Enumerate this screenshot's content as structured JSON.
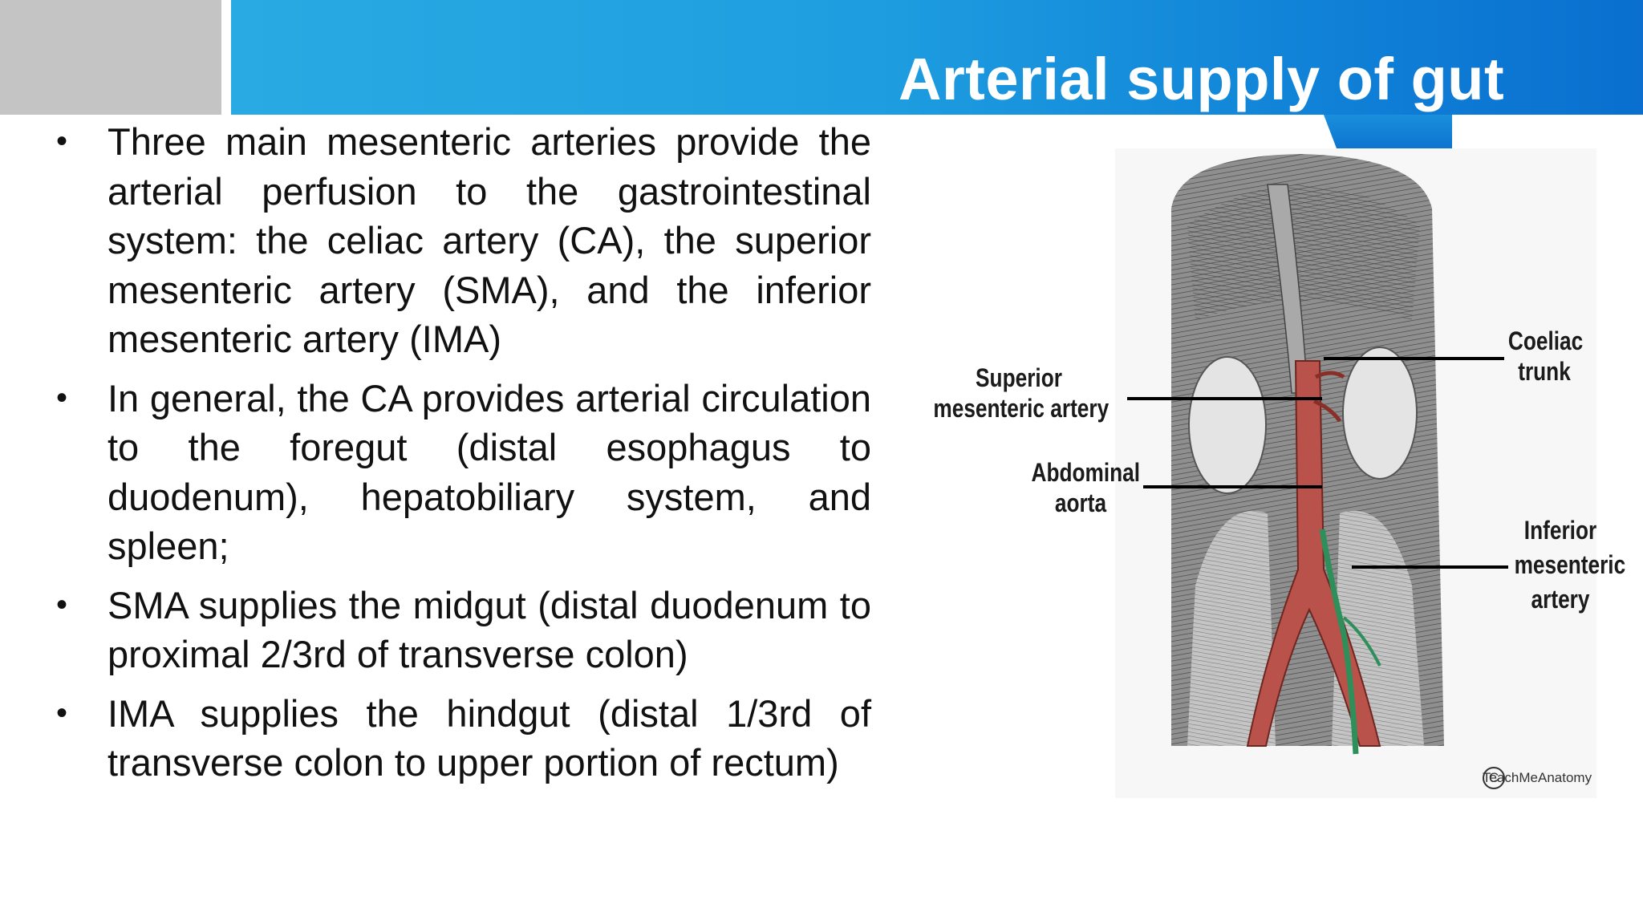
{
  "slide": {
    "title": "Arterial supply of gut",
    "bullets": [
      "Three main mesenteric arteries provide the arterial perfusion to the gastrointestinal system: the celiac artery (CA), the superior mesenteric artery (SMA), and the inferior mesenteric artery (IMA)",
      "In general, the CA provides arterial circulation to the foregut (distal esophagus to duodenum), hepatobiliary system, and spleen;",
      "SMA supplies the midgut (distal duodenum to proximal 2/3rd of transverse colon)",
      "IMA supplies the hindgut (distal 1/3rd of transverse colon to upper portion of rectum)"
    ],
    "bullet_symbol": "•"
  },
  "figure": {
    "labels": {
      "sma_line1": "Superior",
      "sma_line2": "mesenteric artery",
      "coeliac_line1": "Coeliac",
      "coeliac_line2": "trunk",
      "aorta_line1": "Abdominal",
      "aorta_line2": "aorta",
      "ima_line1": "Inferior",
      "ima_line2": "mesenteric",
      "ima_line3": "artery"
    },
    "watermark": "TeachMeAnatomy",
    "watermark_symbol": "C"
  },
  "colors": {
    "header_blue": "#1e9ee0",
    "gray_block": "#c4c4c4",
    "aorta_red": "#b9524a",
    "ima_green": "#2f8f5b"
  }
}
